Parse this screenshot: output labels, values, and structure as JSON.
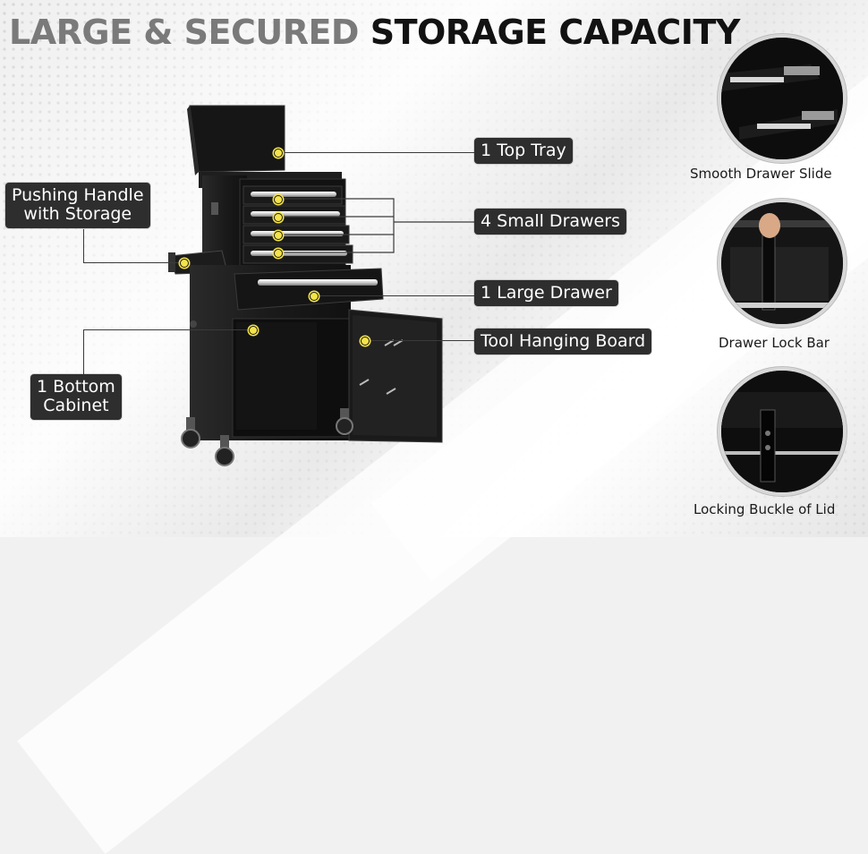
{
  "headline": {
    "part1": "LARGE & SECURED",
    "part2": "STORAGE CAPACITY"
  },
  "callouts": {
    "top_tray": "1 Top Tray",
    "small_drawers": "4 Small Drawers",
    "large_drawer": "1 Large Drawer",
    "tool_board": "Tool Hanging Board",
    "handle_line1": "Pushing Handle",
    "handle_line2": "with Storage",
    "cabinet_line1": "1 Bottom",
    "cabinet_line2": "Cabinet"
  },
  "details": {
    "slide": "Smooth Drawer Slide",
    "lock_bar": "Drawer Lock Bar",
    "buckle": "Locking Buckle of Lid"
  },
  "colors": {
    "accent_dot": "#f4e34a",
    "label_bg": "#2e2e2e",
    "cabinet": "#1a1a1a"
  }
}
